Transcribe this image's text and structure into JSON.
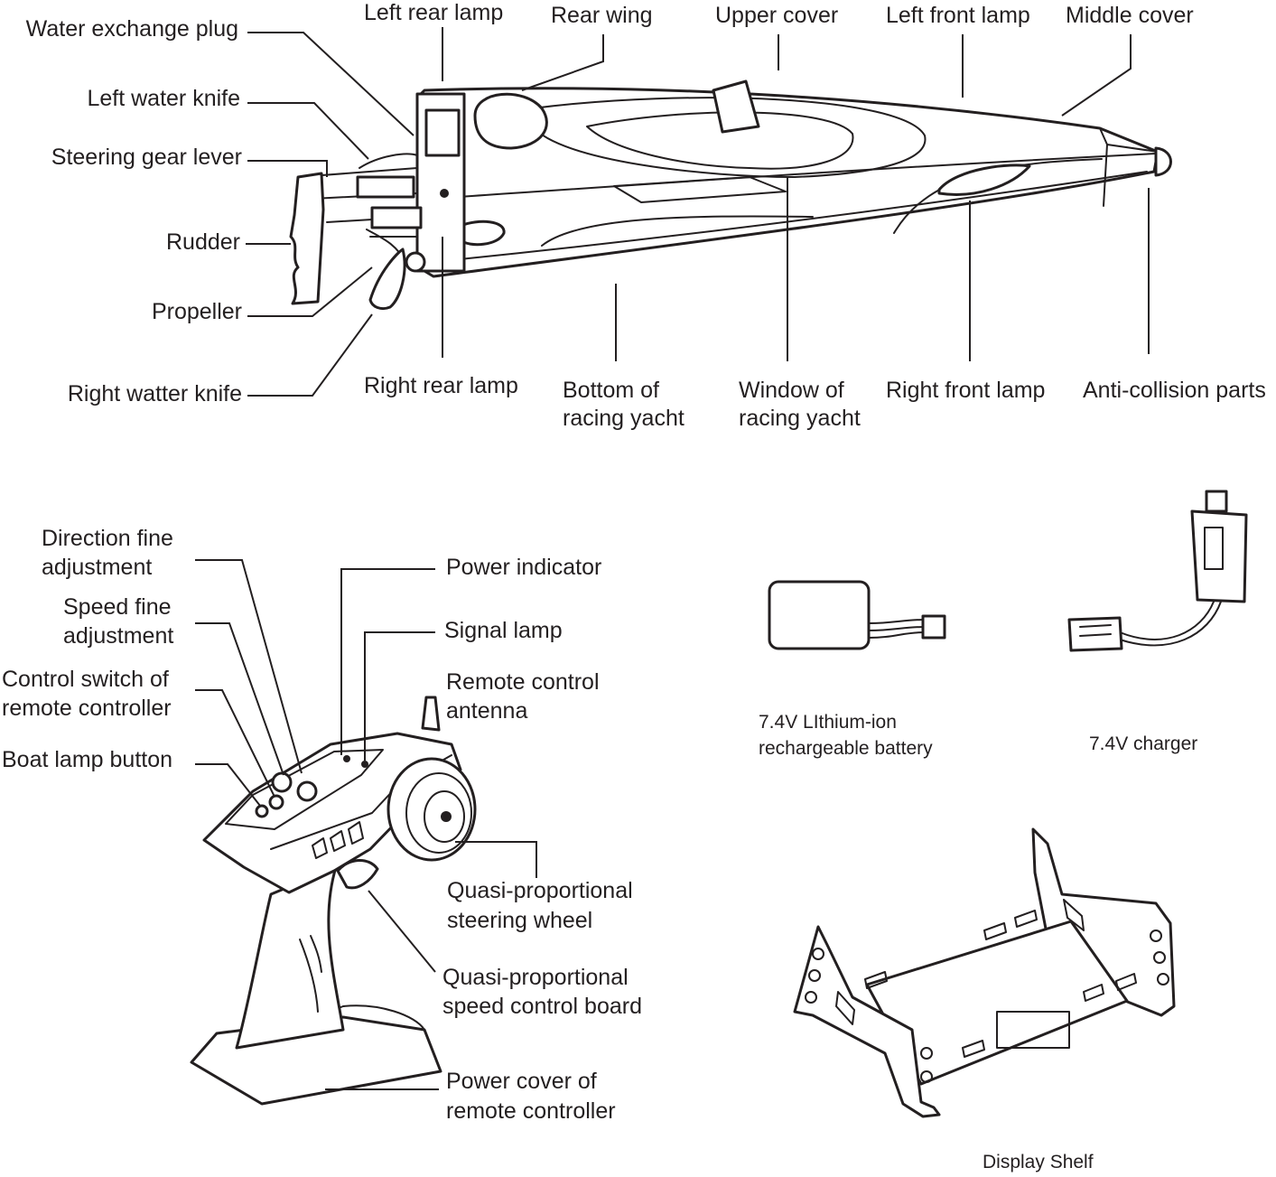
{
  "boat": {
    "labels": {
      "water_exchange_plug": "Water exchange plug",
      "left_water_knife": "Left water knife",
      "steering_gear_lever": "Steering gear lever",
      "rudder": "Rudder",
      "propeller": "Propeller",
      "right_water_knife": "Right watter knife",
      "left_rear_lamp": "Left rear lamp",
      "rear_wing": "Rear wing",
      "upper_cover": "Upper cover",
      "left_front_lamp": "Left front lamp",
      "middle_cover": "Middle cover",
      "right_rear_lamp": "Right rear lamp",
      "bottom_line1": "Bottom of",
      "bottom_line2": "racing yacht",
      "window_line1": "Window of",
      "window_line2": "racing yacht",
      "right_front_lamp": "Right front lamp",
      "anti_collision": "Anti-collision parts"
    }
  },
  "remote": {
    "labels": {
      "direction_line1": "Direction fine",
      "direction_line2": "adjustment",
      "speed_line1": "Speed fine",
      "speed_line2": "adjustment",
      "control_line1": "Control switch of",
      "control_line2": "remote controller",
      "boat_lamp_button": "Boat lamp button",
      "power_indicator": "Power indicator",
      "signal_lamp": "Signal lamp",
      "antenna_line1": "Remote control",
      "antenna_line2": "antenna",
      "steering_line1": "Quasi-proportional",
      "steering_line2": "steering wheel",
      "speedboard_line1": "Quasi-proportional",
      "speedboard_line2": "speed control board",
      "powercover_line1": "Power cover of",
      "powercover_line2": "remote controller"
    }
  },
  "accessories": {
    "battery_line1": "7.4V LIthium-ion",
    "battery_line2": "rechargeable battery",
    "charger": "7.4V charger",
    "shelf": "Display Shelf"
  }
}
